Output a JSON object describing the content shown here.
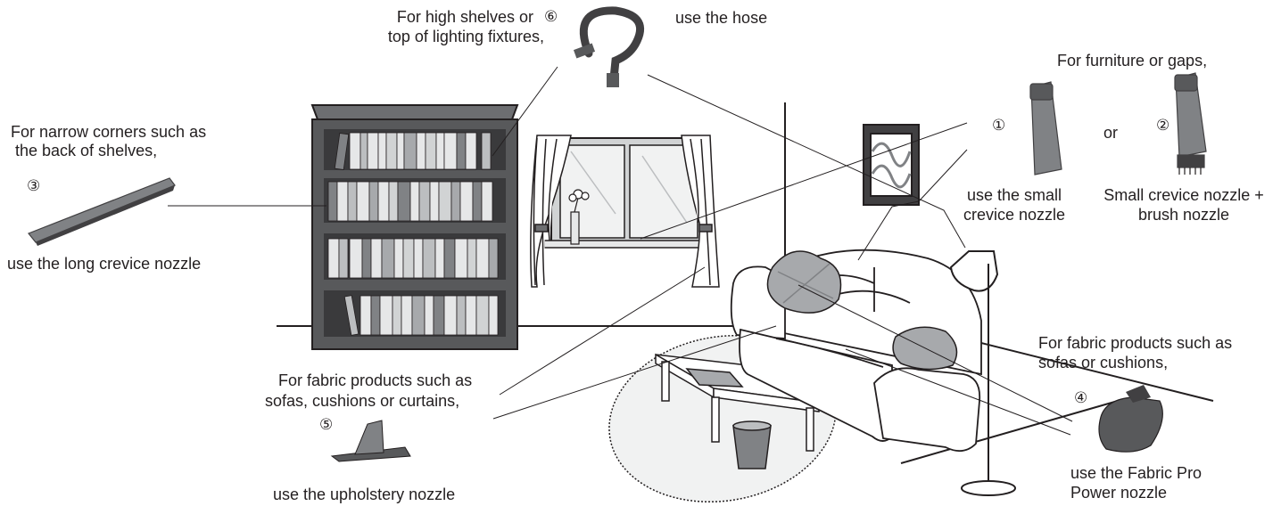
{
  "callouts": {
    "hose": {
      "num": "⑥",
      "lead_1": "For high shelves or",
      "lead_2": "top of lighting fixtures,",
      "tail": "use the hose"
    },
    "furniture_gaps": {
      "lead": "For furniture or gaps,",
      "small_num": "①",
      "small_1": "use the small",
      "small_2": "crevice nozzle",
      "or": "or",
      "brush_num": "②",
      "brush_1": "Small crevice nozzle +",
      "brush_2": "brush nozzle"
    },
    "long_crevice": {
      "lead_1": "For narrow corners such as",
      "lead_2": " the back of shelves,",
      "num": "③",
      "tail": "use the long crevice nozzle"
    },
    "fabric_pro": {
      "lead_1": "For fabric products such as",
      "lead_2": "sofas or cushions,",
      "num": "④",
      "tail_1": "use the Fabric Pro",
      "tail_2": "Power nozzle"
    },
    "upholstery": {
      "lead_1": "For fabric products such as",
      "lead_2": "sofas, cushions or curtains,",
      "num": "⑤",
      "tail": "use the upholstery nozzle"
    }
  }
}
